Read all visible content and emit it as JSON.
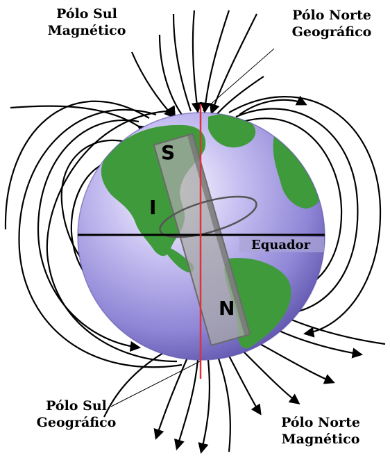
{
  "labels": {
    "south_magnetic_pole": [
      "Pólo Sul",
      "Magnético"
    ],
    "north_geographic_pole": [
      "Pólo Norte",
      "Geográfico"
    ],
    "south_geographic_pole": [
      "Pólo Sul",
      "Geográfico"
    ],
    "north_magnetic_pole": [
      "Pólo Norte",
      "Magnético"
    ],
    "equator": "Equador",
    "magnet_s": "S",
    "magnet_n": "N",
    "magnet_i": "I"
  },
  "colors": {
    "ocean": "#8f86d6",
    "land": "#3f9a3b",
    "axis": "#e0303a",
    "field_lines": "#000000",
    "magnet": "#9a9a9a"
  }
}
